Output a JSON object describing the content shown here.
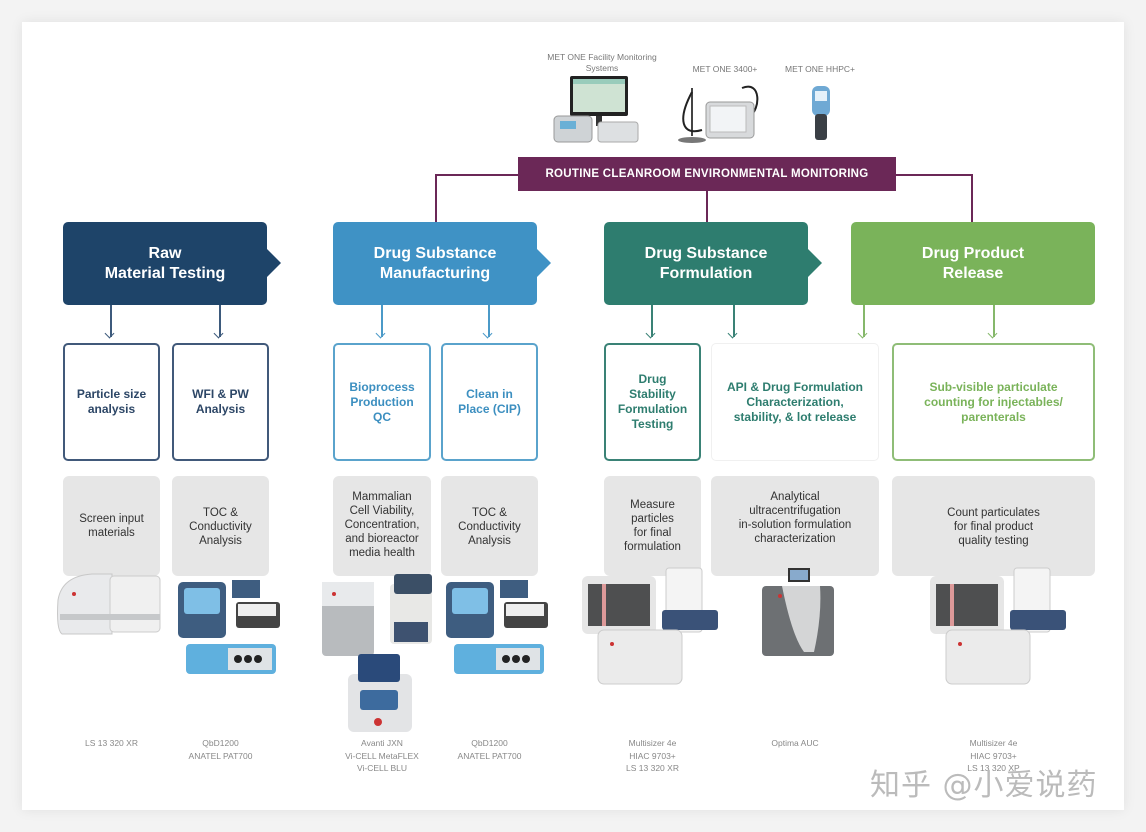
{
  "monitoring": {
    "banner": "ROUTINE CLEANROOM ENVIRONMENTAL MONITORING",
    "color": "#6b2857",
    "devices": [
      {
        "label": "MET ONE Facility\nMonitoring Systems",
        "icon": "facility-monitoring-system-image"
      },
      {
        "label": "MET ONE 3400+",
        "icon": "particle-counter-image"
      },
      {
        "label": "MET ONE HHPC+",
        "icon": "handheld-particle-counter-image"
      }
    ]
  },
  "stages": [
    {
      "title": "Raw\nMaterial Testing",
      "color": "#1e4469"
    },
    {
      "title": "Drug Substance\nManufacturing",
      "color": "#3f92c5"
    },
    {
      "title": "Drug Substance\nFormulation",
      "color": "#2e7d6f"
    },
    {
      "title": "Drug Product\nRelease",
      "color": "#7ab35a"
    }
  ],
  "applications": [
    {
      "text": "Particle size\nanalysis",
      "description": "Screen input\nmaterials",
      "models": "LS 13 320 XR"
    },
    {
      "text": "WFI & PW\nAnalysis",
      "description": "TOC &\nConductivity\nAnalysis",
      "models": "QbD1200\nANATEL PAT700"
    },
    {
      "text": "Bioprocess\nProduction\nQC",
      "description": "Mammalian\nCell Viability,\nConcentration,\nand bioreactor\nmedia health",
      "models": "Avanti JXN\nVi-CELL MetaFLEX\nVi-CELL BLU"
    },
    {
      "text": "Clean in\nPlace (CIP)",
      "description": "TOC &\nConductivity\nAnalysis",
      "models": "QbD1200\nANATEL PAT700"
    },
    {
      "text": "Drug\nStability\nFormulation\nTesting",
      "description": "Measure\nparticles\nfor final\nformulation",
      "models": "Multisizer 4e\nHIAC 9703+\nLS 13 320 XR"
    },
    {
      "text": "API & Drug Formulation\nCharacterization,\nstability, & lot release",
      "description": "Analytical\nultracentrifugation\nin-solution formulation\ncharacterization",
      "models": "Optima AUC"
    },
    {
      "text": "Sub-visible particulate\ncounting for injectables/\nparenterals",
      "description": "Count particulates\nfor final product\nquality testing",
      "models": "Multisizer 4e\nHIAC 9703+\nLS 13 320 XP"
    }
  ],
  "watermark": "知乎 @小爱说药"
}
